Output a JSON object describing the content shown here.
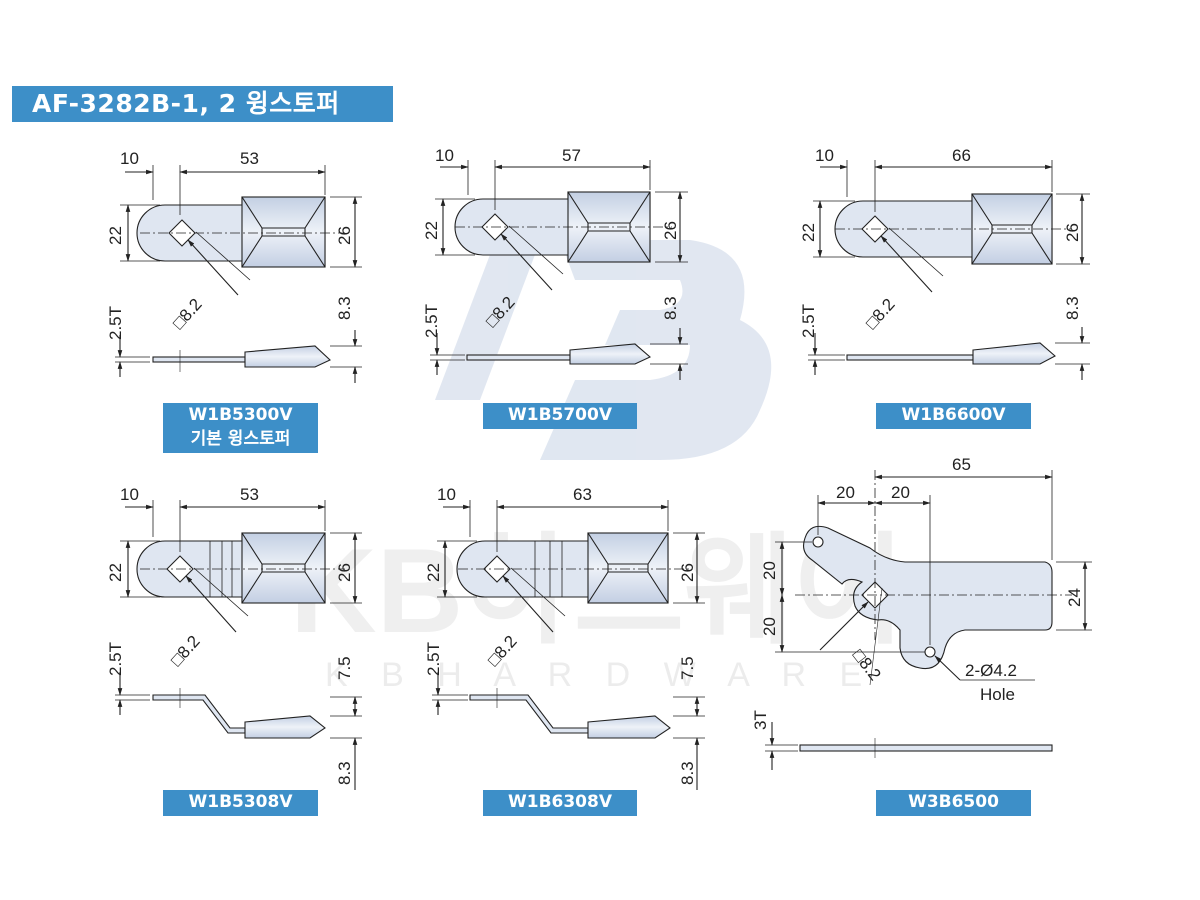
{
  "title": "AF-3282B-1, 2 윙스토퍼",
  "watermark": {
    "logo": "KB",
    "text": "KB하드웨어",
    "subtext": "K B   H A R D W A R E"
  },
  "colors": {
    "label_bg": "#3d8fc8",
    "part_fill": "#d8e0ee",
    "line": "#222222",
    "watermark": "#c8d4e6"
  },
  "parts": [
    {
      "code": "W1B5300V",
      "subtitle": "기본 윙스토퍼",
      "dims": {
        "left": "10",
        "total": "53",
        "height_left": "22",
        "height_right": "26",
        "square": "□8.2",
        "thickness": "2.5T",
        "side_height": "8.3"
      }
    },
    {
      "code": "W1B5700V",
      "dims": {
        "left": "10",
        "total": "57",
        "height_left": "22",
        "height_right": "26",
        "square": "□8.2",
        "thickness": "2.5T",
        "side_height": "8.3"
      }
    },
    {
      "code": "W1B6600V",
      "dims": {
        "left": "10",
        "total": "66",
        "height_left": "22",
        "height_right": "26",
        "square": "□8.2",
        "thickness": "2.5T",
        "side_height": "8.3"
      }
    },
    {
      "code": "W1B5308V",
      "dims": {
        "left": "10",
        "total": "53",
        "height_left": "22",
        "height_right": "26",
        "square": "□8.2",
        "thickness": "2.5T",
        "offset": "7.5",
        "side_height": "8.3"
      }
    },
    {
      "code": "W1B6308V",
      "dims": {
        "left": "10",
        "total": "63",
        "height_left": "22",
        "height_right": "26",
        "square": "□8.2",
        "thickness": "2.5T",
        "offset": "7.5",
        "side_height": "8.3"
      }
    },
    {
      "code": "W3B6500",
      "dims": {
        "total": "65",
        "d1": "20",
        "d2": "20",
        "v1": "20",
        "v2": "20",
        "height": "24",
        "square": "□8.2",
        "hole": "2-Ø4.2",
        "hole_label": "Hole",
        "thickness": "3T"
      }
    }
  ]
}
